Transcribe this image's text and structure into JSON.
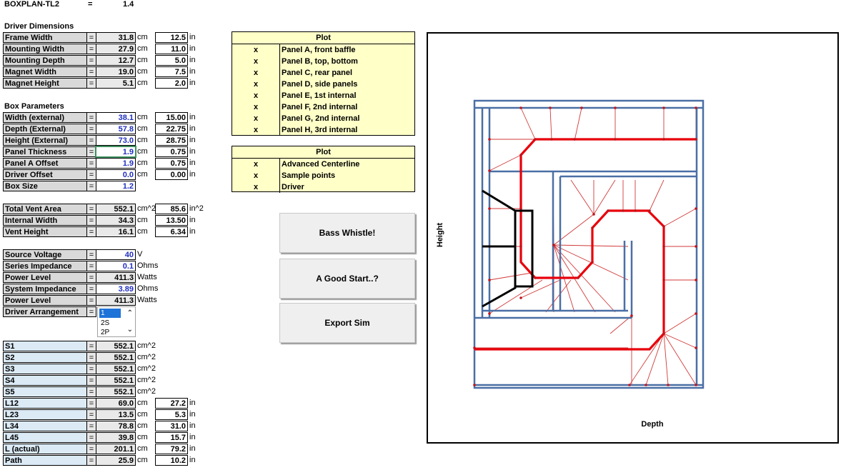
{
  "header": {
    "name": "BOXPLAN-TL2",
    "eq": "=",
    "version": "1.4"
  },
  "driver_dimensions": {
    "title": "Driver Dimensions",
    "rows": [
      {
        "label": "Frame Width",
        "eq": "=",
        "cm": "31.8",
        "unit1": "cm",
        "in": "12.5",
        "unit2": "in"
      },
      {
        "label": "Mounting Width",
        "eq": "=",
        "cm": "27.9",
        "unit1": "cm",
        "in": "11.0",
        "unit2": "in"
      },
      {
        "label": "Mounting Depth",
        "eq": "=",
        "cm": "12.7",
        "unit1": "cm",
        "in": "5.0",
        "unit2": "in"
      },
      {
        "label": "Magnet Width",
        "eq": "=",
        "cm": "19.0",
        "unit1": "cm",
        "in": "7.5",
        "unit2": "in"
      },
      {
        "label": "Magnet Height",
        "eq": "=",
        "cm": "5.1",
        "unit1": "cm",
        "in": "2.0",
        "unit2": "in"
      }
    ]
  },
  "box_parameters": {
    "title": "Box Parameters",
    "rows": [
      {
        "label": "Width (external)",
        "eq": "=",
        "cm": "38.1",
        "unit1": "cm",
        "in": "15.00",
        "unit2": "in"
      },
      {
        "label": "Depth (External)",
        "eq": "=",
        "cm": "57.8",
        "unit1": "cm",
        "in": "22.75",
        "unit2": "in"
      },
      {
        "label": "Height (External)",
        "eq": "=",
        "cm": "73.0",
        "unit1": "cm",
        "in": "28.75",
        "unit2": "in"
      },
      {
        "label": "Panel Thickness",
        "eq": "=",
        "cm": "1.9",
        "unit1": "cm",
        "in": "0.75",
        "unit2": "in"
      },
      {
        "label": "Panel A Offset",
        "eq": "=",
        "cm": "1.9",
        "unit1": "cm",
        "in": "0.75",
        "unit2": "in"
      },
      {
        "label": "Driver Offset",
        "eq": "=",
        "cm": "0.0",
        "unit1": "cm",
        "in": "0.00",
        "unit2": "in"
      },
      {
        "label": "Box Size",
        "eq": "=",
        "cm": "1.2"
      }
    ]
  },
  "vent": {
    "rows": [
      {
        "label": "Total Vent Area",
        "eq": "=",
        "cm": "552.1",
        "unit1": "cm^2",
        "in": "85.6",
        "unit2": "in^2"
      },
      {
        "label": "Internal Width",
        "eq": "=",
        "cm": "34.3",
        "unit1": "cm",
        "in": "13.50",
        "unit2": "in"
      },
      {
        "label": "Vent Height",
        "eq": "=",
        "cm": "16.1",
        "unit1": "cm",
        "in": "6.34",
        "unit2": "in"
      }
    ]
  },
  "power": {
    "rows": [
      {
        "label": "Source Voltage",
        "eq": "=",
        "val": "40",
        "unit": "V"
      },
      {
        "label": "Series Impedance",
        "eq": "=",
        "val": "0.1",
        "unit": "Ohms"
      },
      {
        "label": "Power Level",
        "eq": "=",
        "val": "411.3",
        "unit": "Watts"
      },
      {
        "label": "System Impedance",
        "eq": "=",
        "val": "3.89",
        "unit": "Ohms"
      },
      {
        "label": "Power Level",
        "eq": "=",
        "val": "411.3",
        "unit": "Watts"
      },
      {
        "label": "Driver Arrangement",
        "eq": "="
      }
    ],
    "arrangement_options": [
      "1",
      "2S",
      "2P"
    ]
  },
  "segments": {
    "rows": [
      {
        "label": "S1",
        "eq": "=",
        "cm": "552.1",
        "unit1": "cm^2"
      },
      {
        "label": "S2",
        "eq": "=",
        "cm": "552.1",
        "unit1": "cm^2"
      },
      {
        "label": "S3",
        "eq": "=",
        "cm": "552.1",
        "unit1": "cm^2"
      },
      {
        "label": "S4",
        "eq": "=",
        "cm": "552.1",
        "unit1": "cm^2"
      },
      {
        "label": "S5",
        "eq": "=",
        "cm": "552.1",
        "unit1": "cm^2"
      },
      {
        "label": "L12",
        "eq": "=",
        "cm": "69.0",
        "unit1": "cm",
        "in": "27.2",
        "unit2": "in"
      },
      {
        "label": "L23",
        "eq": "=",
        "cm": "13.5",
        "unit1": "cm",
        "in": "5.3",
        "unit2": "in"
      },
      {
        "label": "L34",
        "eq": "=",
        "cm": "78.8",
        "unit1": "cm",
        "in": "31.0",
        "unit2": "in"
      },
      {
        "label": "L45",
        "eq": "=",
        "cm": "39.8",
        "unit1": "cm",
        "in": "15.7",
        "unit2": "in"
      },
      {
        "label": "L (actual)",
        "eq": "=",
        "cm": "201.1",
        "unit1": "cm",
        "in": "79.2",
        "unit2": "in"
      },
      {
        "label": "Path",
        "eq": "=",
        "cm": "25.9",
        "unit1": "cm",
        "in": "10.2",
        "unit2": "in"
      }
    ]
  },
  "plot_panels": {
    "header": "Plot",
    "rows": [
      {
        "mark": "x",
        "label": "Panel A, front baffle"
      },
      {
        "mark": "x",
        "label": "Panel B, top, bottom"
      },
      {
        "mark": "x",
        "label": "Panel C, rear panel"
      },
      {
        "mark": "x",
        "label": "Panel D, side panels"
      },
      {
        "mark": "x",
        "label": "Panel E, 1st internal"
      },
      {
        "mark": "x",
        "label": "Panel F, 2nd internal"
      },
      {
        "mark": "x",
        "label": "Panel G, 2nd internal"
      },
      {
        "mark": "x",
        "label": "Panel H, 3rd internal"
      }
    ]
  },
  "plot_options": {
    "header": "Plot",
    "rows": [
      {
        "mark": "x",
        "label": "Advanced Centerline"
      },
      {
        "mark": "x",
        "label": "Sample points"
      },
      {
        "mark": "x",
        "label": "Driver"
      }
    ]
  },
  "buttons": {
    "bass": "Bass Whistle!",
    "good": "A Good Start..?",
    "export": "Export Sim"
  },
  "diagram": {
    "ylabel": "Height",
    "xlabel": "Depth",
    "colors": {
      "panel": "#4a6fa5",
      "path": "#e8000b",
      "driver": "#000000",
      "sample": "#c0141c"
    }
  }
}
